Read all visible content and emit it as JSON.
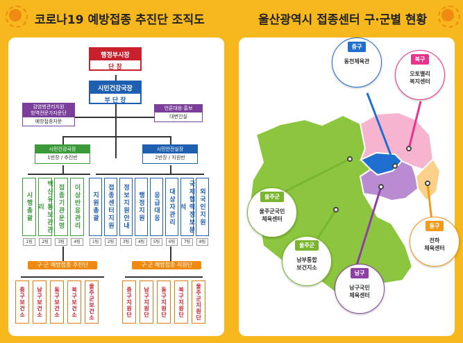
{
  "left_title": "코로나19 예방접종 추진단 조직도",
  "right_title": "울산광역시 접종센터 구·군별 현황",
  "org": {
    "top": {
      "head": "행정부시장",
      "body": "단    장"
    },
    "deputy": {
      "head": "시민건강국장",
      "body": "부 단 장"
    },
    "advisory": {
      "head": "감염병관리지원\n방역전문가자문단",
      "body": "예방접종자문"
    },
    "media": {
      "head": "언론대응·홍보",
      "body": "대변인실"
    },
    "left_branch": {
      "head": "시민건강국장",
      "body": "1반장 / 추진반"
    },
    "right_branch": {
      "head": "시민안전실장",
      "body": "2반장 / 지원반"
    },
    "left_teams": [
      {
        "name": "시행총괄",
        "tag": "1팀"
      },
      {
        "name": "백신유통보관관리",
        "tag": "2팀"
      },
      {
        "name": "접종기관운영",
        "tag": "3팀"
      },
      {
        "name": "이상반응관리",
        "tag": "4팀"
      }
    ],
    "right_teams": [
      {
        "name": "지원총괄",
        "tag": "1팀"
      },
      {
        "name": "접종센터지원",
        "tag": "2팀"
      },
      {
        "name": "정보지원안내",
        "tag": "3팀"
      },
      {
        "name": "행정지원",
        "tag": "4팀"
      },
      {
        "name": "응급대응",
        "tag": "5팀"
      },
      {
        "name": "대상자관리",
        "tag": "6팀"
      },
      {
        "name": "국제협력정보분석",
        "tag": "7팀"
      },
      {
        "name": "외국인지원",
        "tag": "8팀"
      }
    ],
    "left_gu_label": "구·군 예방접종 추진단",
    "right_gu_label": "구·군 예방접종 지원단",
    "left_gu": [
      "중구보건소",
      "남구보건소",
      "동구보건소",
      "북구보건소",
      "울주군보건소"
    ],
    "right_gu": [
      "중구지원단",
      "남구지원단",
      "동구지원단",
      "북구지원단",
      "울주군지원단"
    ]
  },
  "map": {
    "colors": {
      "jung": "#1f6fd0",
      "buk": "#e8358a",
      "dong": "#f29a1a",
      "ulju": "#8cc63f",
      "nam": "#8e3fa5"
    },
    "centers": [
      {
        "district": "중구",
        "name": "동천체육관",
        "color": "#1f6fd0"
      },
      {
        "district": "북구",
        "name": "오토밸리\n복지센터",
        "color": "#e8358a"
      },
      {
        "district": "울주군",
        "name": "울주군국민\n체육센터",
        "color": "#7ab52e"
      },
      {
        "district": "동구",
        "name": "전하\n체육센터",
        "color": "#f29a1a"
      },
      {
        "district": "울주군",
        "name": "남부통합\n보건지소",
        "color": "#7ab52e"
      },
      {
        "district": "남구",
        "name": "남구국민\n체육센터",
        "color": "#8e3fa5"
      }
    ]
  }
}
